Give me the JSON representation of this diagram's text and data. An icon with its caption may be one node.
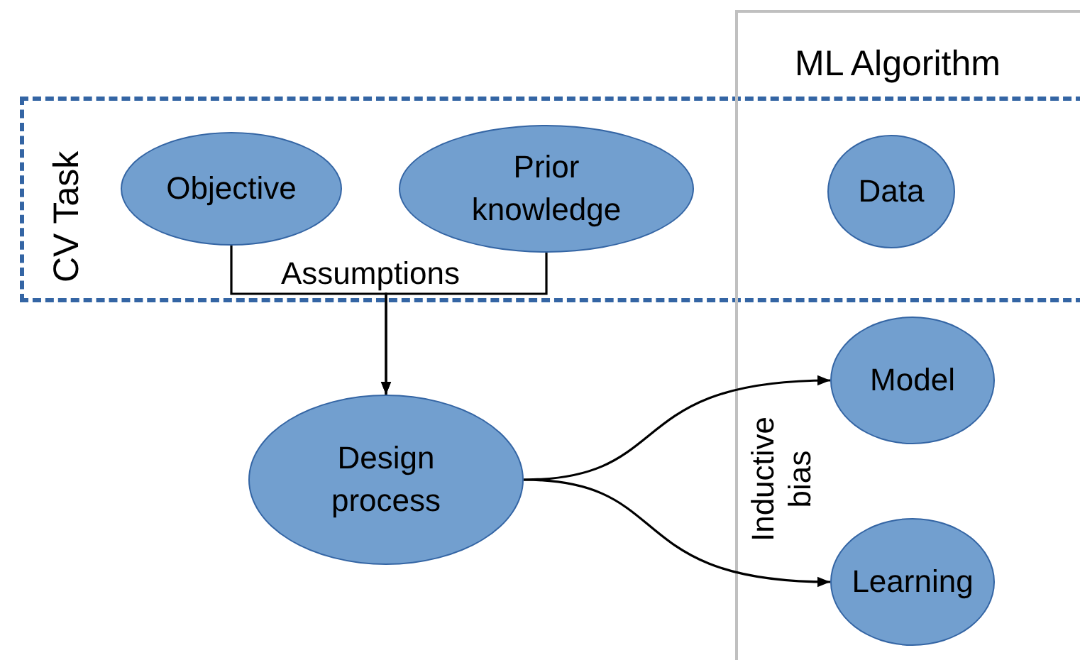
{
  "diagram": {
    "nodes": [
      {
        "text": [
          "CV Task"
        ]
      },
      {
        "text": [
          "ML Algorithm"
        ]
      },
      {
        "text": [
          "Objective"
        ],
        "in": 0
      },
      {
        "text": [
          "Prior knowledge"
        ],
        "in": 0
      },
      {
        "text": [
          "Data"
        ]
      },
      {
        "text": [
          "Design process"
        ]
      },
      {
        "text": [
          "Model"
        ],
        "in": 1
      },
      {
        "text": [
          "Learning"
        ],
        "in": 1
      }
    ],
    "edges": [
      {
        "from": 2,
        "to": 5,
        "arrow": "to",
        "label": "Assumptions"
      },
      {
        "from": 3,
        "to": 5,
        "arrow": "to"
      },
      {
        "from": 5,
        "to": 6,
        "arrow": "to"
      },
      {
        "from": 5,
        "to": 7,
        "arrow": "to"
      }
    ],
    "labels": [
      "Inductive bias"
    ]
  }
}
